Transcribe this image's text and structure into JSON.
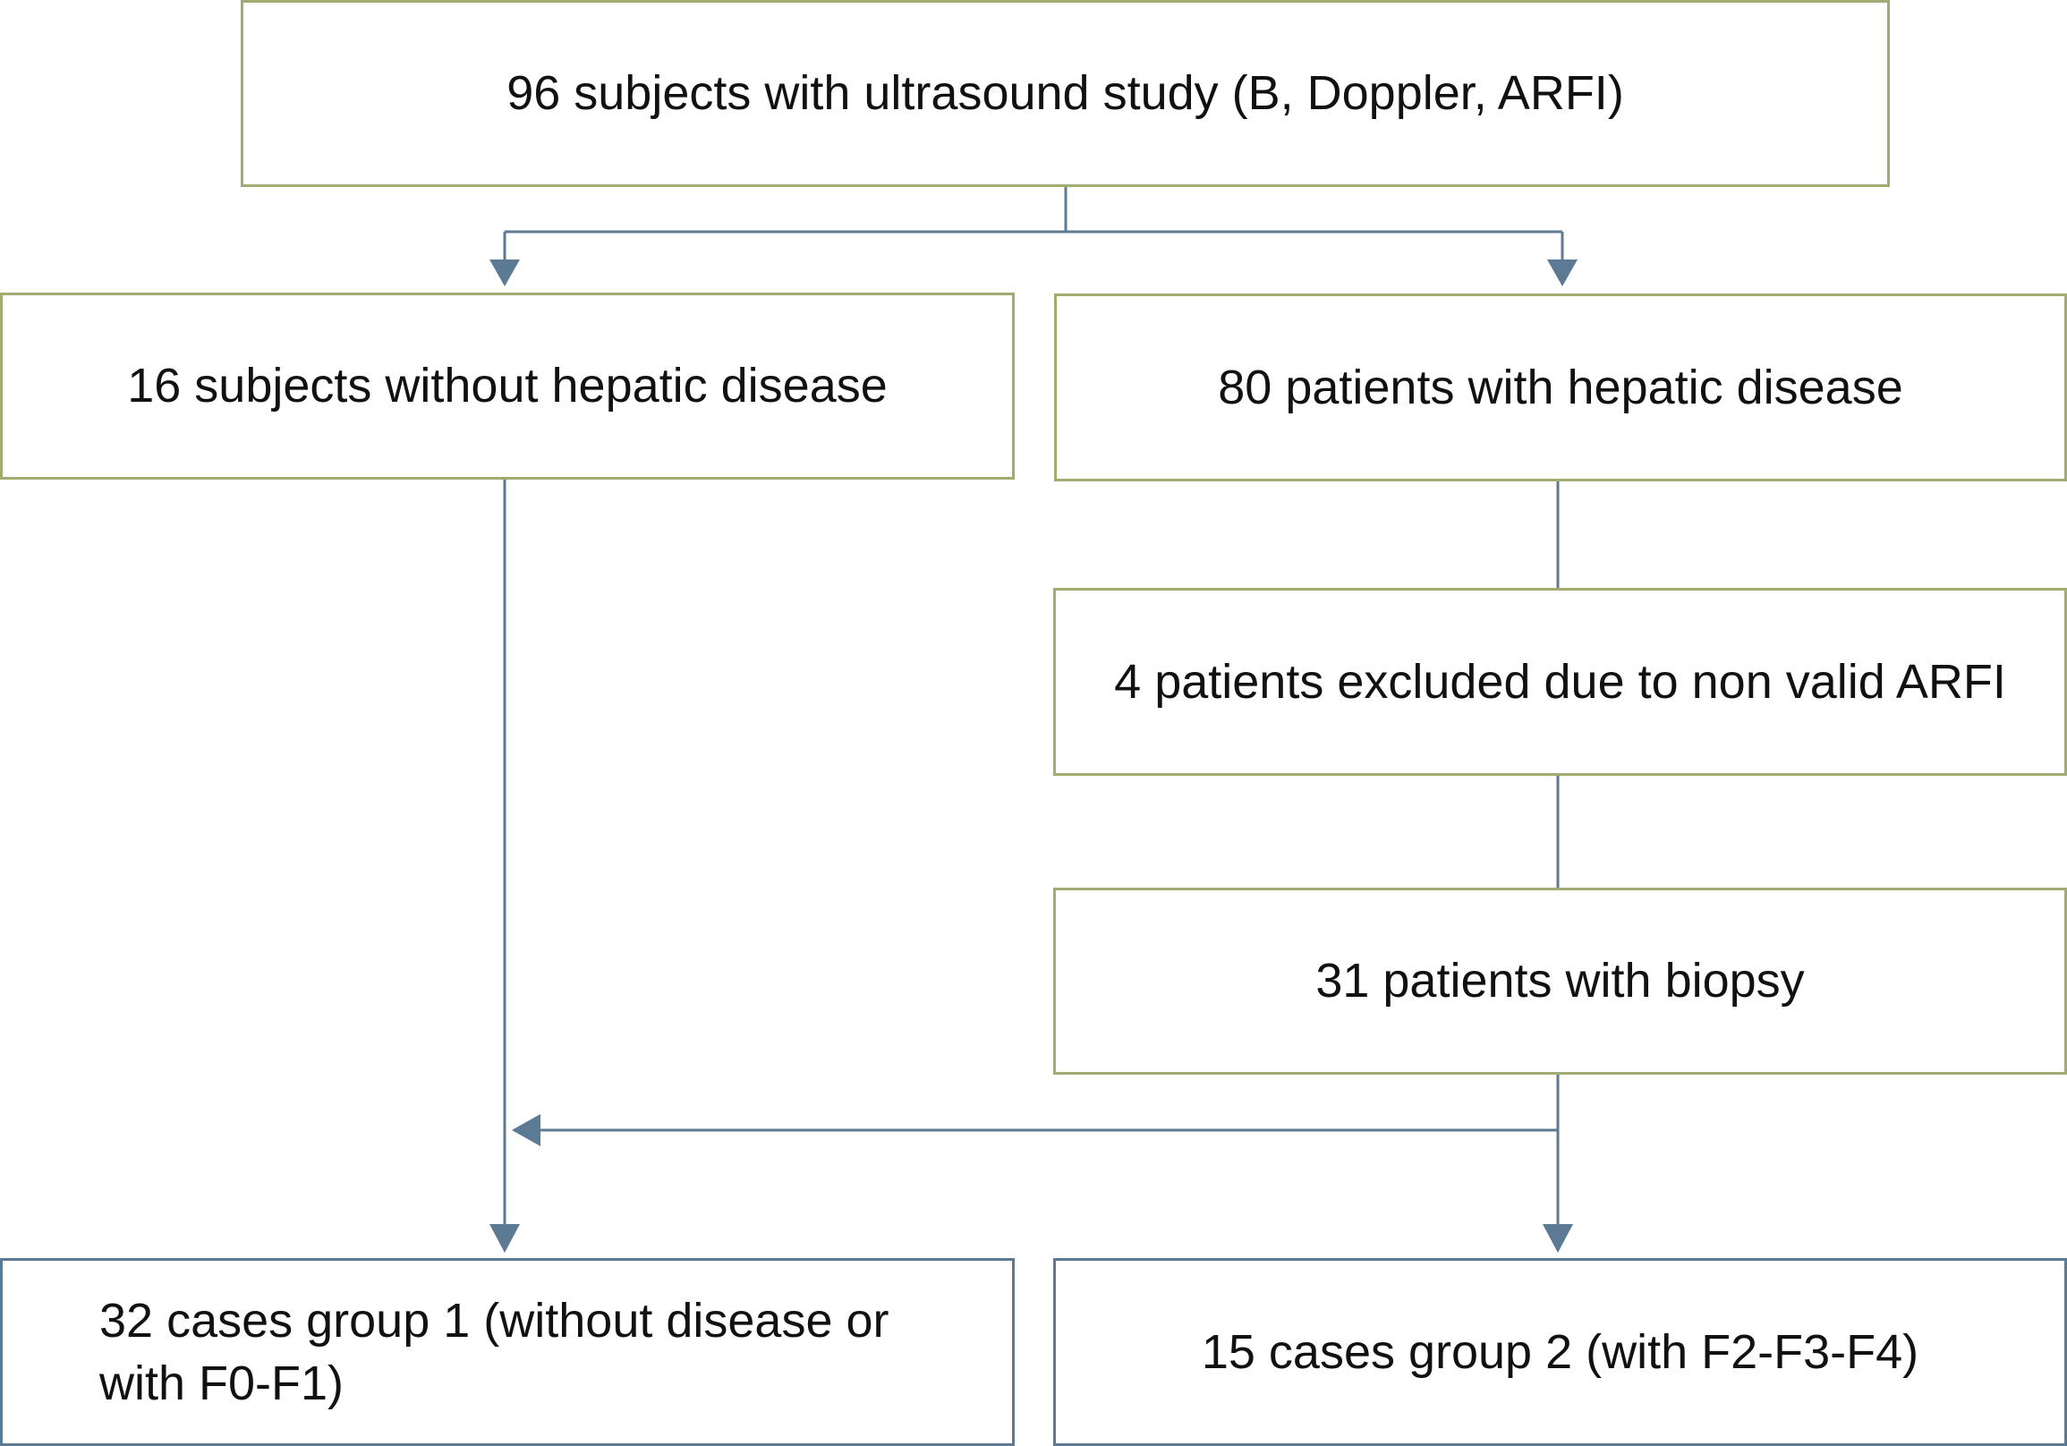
{
  "flowchart": {
    "nodes": {
      "total": "96 subjects with ultrasound study (B, Doppler, ARFI)",
      "no_disease": "16 subjects without hepatic disease",
      "with_disease": "80 patients with hepatic disease",
      "excluded": "4 patients excluded due to non valid ARFI",
      "biopsy": "31 patients with biopsy",
      "group1": "32 cases group 1 (without disease or\n with F0-F1)",
      "group2": "15 cases group 2 (with F2-F3-F4)"
    },
    "colors": {
      "box_border": "#a3ab70",
      "group_border": "#5c7a94",
      "connector": "#5c7a94",
      "text": "#111111"
    }
  }
}
